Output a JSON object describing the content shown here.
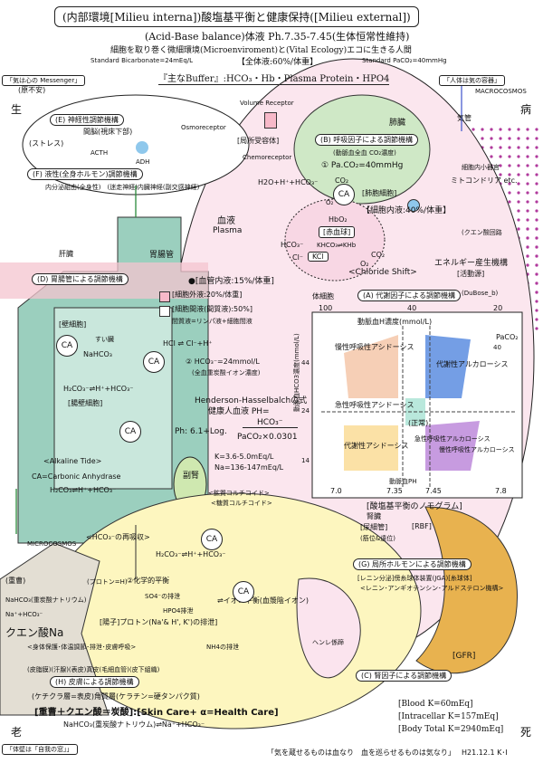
{
  "header": {
    "title": "(内部環境[Milieu interna])酸塩基平衡と健康保持([Milieu external])",
    "subtitle": "(Acid-Base balance)体液 Ph.7.35-7.45(生体恒常性維持)",
    "line3": "細胞を取り巻く微細環境(Microenviroment)と(Vital Ecology)エコに生きる人間",
    "bicarb": "Standard Bicarbonate=24mEq/L",
    "water": "【全体液:60%/体重】",
    "paco2": "Standard PaCO₂=40mmHg",
    "buffer": "『主なBuffer』:HCO₃・Hb・Plasma Protein・HPO4"
  },
  "corners": {
    "top_left_note": "「気は心の Messenger」",
    "top_left_sub": "(原不安)",
    "top_right_note": "「人体は気の容器」",
    "macro": "MACROCOSMOS",
    "sei": "生",
    "byo": "病",
    "ro": "老",
    "shi": "死",
    "bottom_left": "「体壁は「自我の窓」」",
    "bottom_quote": "「気を蔵せるものは血なり　血を巡らせるものは気なり」",
    "date": "H21.12.1 K･I",
    "micro": "MICROCOSMOS"
  },
  "neural": {
    "title": "(E) 神経性調節機構",
    "hypo": "間脳(視床下部)",
    "stress": "(ストレス)",
    "acth": "ACTH",
    "adh": "ADH",
    "osmo": "Osmoreceptor"
  },
  "humoral": {
    "title": "(F) 液性(全身ホルモン)調節機構",
    "sub": "内分泌組由(全身性)　(迷走神経)内臓神経(副交感神経)"
  },
  "receptors": {
    "volume": "Volume Receptor",
    "local": "[局所受容体]",
    "chemo": "Chemoreceptor",
    "eq1": "H2O+H⁺+HCO₃⁻"
  },
  "respiratory": {
    "title": "(B) 呼吸因子による調節機構",
    "lung": "肺臓",
    "trachea": "気管",
    "arterial": "(動脈血全血 CO₂濃度)",
    "paco2": "① Pa.CO₂=40mmHg",
    "ca": "CA",
    "pneumocyte": "[肺胞細胞]",
    "o2": "O₂",
    "co2_top": "CO₂",
    "intracell": "【細胞内液:40%/体重】",
    "mito": "ミトコンドリア etc.",
    "organelle": "細胞内小器官",
    "citric": "(クエン酸回路",
    "dubose": "(DuBose_b)",
    "energy": "エネルギー産生機構",
    "activity": "[活動源]"
  },
  "blood": {
    "title": "血液",
    "plasma": "Plasma",
    "hb": "HbO₂",
    "rbc": "[赤血球]",
    "khco3": "KHCO₃⇌KHb",
    "hco3": "HCO₃⁻",
    "cl": "Cl⁻",
    "kcl": "KCl",
    "co2": "CO₂",
    "o2": "O₂",
    "shift": "<Chloride Shift>",
    "vessel": "●[血管内液:15%/体重]",
    "interstitial": "[細胞外液:20%/体重]",
    "interstitial2": "[細胞間液(間質液):50%]",
    "interstitial3": "間質液=リンパ液+細胞間液",
    "hcl": "HCl ⇌ Cl⁻+H⁺",
    "hco3_24": "② HCO₃⁻=24mmol/L",
    "hco3_24b": "(全血重炭酸イオン濃度)"
  },
  "metabolic": {
    "title": "(A) 代謝因子による調節機構",
    "body_cell": "体細胞"
  },
  "nomogram": {
    "ylabel": "動脈血HCO3濃度(mmol/L)",
    "xlabel": "動脈血PH",
    "top_label": "動脈血H濃度(mmol/L)",
    "paco2_label": "PaCO₂",
    "paco2_val": "40",
    "x_ticks": [
      "7.0",
      "7.35",
      "7.45",
      "7.8"
    ],
    "y_ticks": [
      "100",
      "40",
      "20"
    ],
    "y_ticks_left": [
      "44",
      "24",
      "14"
    ],
    "regions": {
      "chronic_resp_acid": "慢性呼吸性アシドーシス",
      "acute_resp_acid": "急性呼吸性アシドーシス",
      "metabolic_alk": "代謝性アルカローシス",
      "normal": "(正常)",
      "acute_resp_alk": "急性呼吸性アルカローシス",
      "chronic_resp_alk": "慢性呼吸性アルカローシス",
      "metabolic_acid": "代謝性アシドーシス"
    },
    "caption": "[酸塩基平衡のノモグラム]"
  },
  "gi": {
    "liver": "肝臓",
    "gut": "胃腸管",
    "title": "(D) 胃腸管による調節機構",
    "parietal": "[壁細胞]",
    "pancreas": "すい臓",
    "nahco3": "NaHCO₃",
    "eq": "H₂CO₃⁻⇌H⁺+HCO₃⁻",
    "gut_cell": "[腸壁細胞]",
    "tide": "<Alkaline Tide>",
    "ca_def": "CA=Carbonic Anhydrase",
    "eq2": "H₂CO₃⇌H⁺+HCO₃⁻",
    "ca": "CA"
  },
  "hh": {
    "title": "Henderson-Hasselbalchの式",
    "sub": "健康人血液 PH=",
    "num": "HCO₃⁻",
    "den": "PaCO₂×0.0301",
    "ph": "Ph: 6.1+Log.",
    "k": "K=3.6-5.0mEq/L",
    "na": "Na=136-147mEq/L"
  },
  "adrenal": {
    "label": "副腎",
    "gluco": "<鉱質コルチコイド>",
    "cortico": "<糖質コルチコイド>"
  },
  "kidney": {
    "reabs": "<HCO₃⁻の再吸収>",
    "renal": "腎臓",
    "tubule": "[尿細管]",
    "tubule_sub": "(筋位&遠位)",
    "rbf": "[RBF]",
    "gfr": "[GFR]",
    "g_title": "(G) 局所ホルモンによる調節機構",
    "jga": "[レニン分泌]傍糸球体装置(JGA)[糸球体]",
    "raas": "<レニン･アンギオテンシン･アルドステロン機構>",
    "c_title": "(C) 腎因子による調節機構",
    "henle": "ヘンレ係蹄",
    "chem_eq": "②化学的平衡",
    "proton": "(プロトン=H)",
    "ion_eq": "⇌イオン平衡(血漿陰イオン)",
    "h2co3": "H₂CO₃⁻⇌H⁺+HCO₃⁻",
    "so4": "SO4⁻の排泄",
    "hpo4": "HPO4排泄",
    "excretion": "[陽子]プロトン(Na'& H', K')の排泄]",
    "nh4": "NH4の排泄",
    "ca": "CA"
  },
  "skin": {
    "heavy": "(重曹)",
    "nahco3": "NaHCO₃(重炭酸ナトリウム)",
    "na": "Na⁺+HCO₃⁻",
    "citrate": "クエン酸Na",
    "sub": "<身体保護･体温調節･排泄･皮膚呼吸>",
    "layers": "(皮脂膜)(汗腺)(表皮)真皮(毛細血管)(皮下組織)",
    "title": "(H) 皮膚による調節機構",
    "keratin": "(ケチクラ層=表皮)角質層(ケラチン=硬タンパク質)",
    "formula": "[重曹＋クエン酸＝炭酸]:[Skin Care+ α=Health Care]",
    "bottom_eq": "NaHCO₃(重炭酸ナトリウム)⇌Na⁺+HCO₃⁻"
  },
  "electrolytes": {
    "blood_k": "[Blood K=60mEq]",
    "intra_k": "[Intracellar K=157mEq]",
    "total_k": "[Body Total K=2940mEq]"
  }
}
